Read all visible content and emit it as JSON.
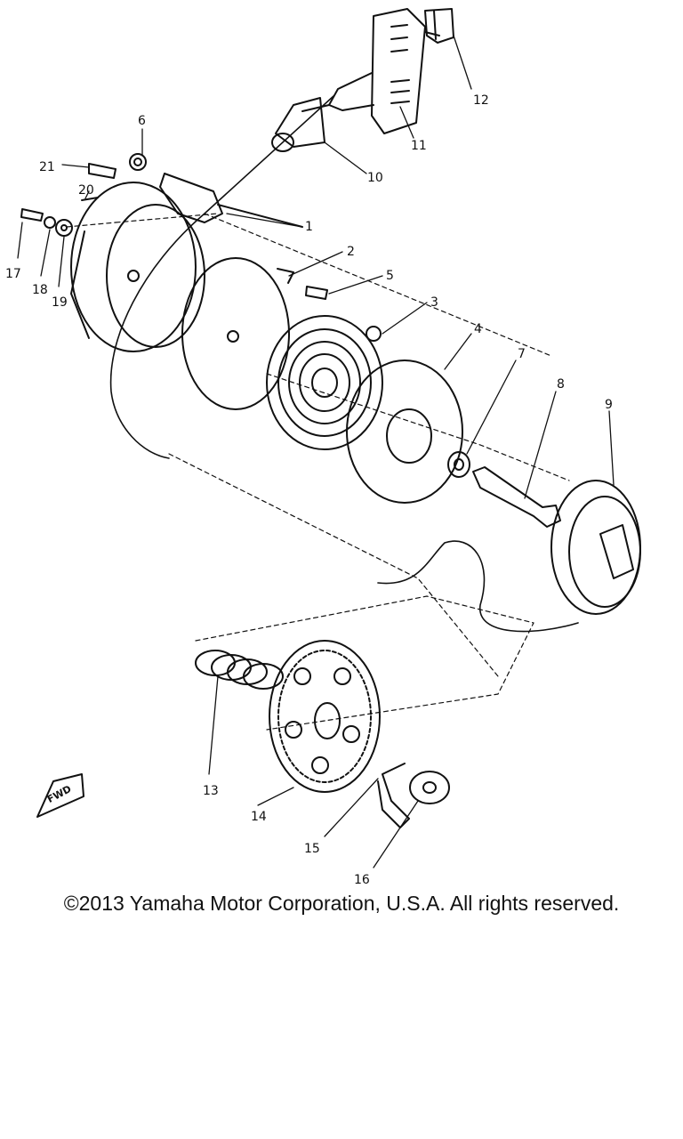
{
  "diagram": {
    "fwd_badge": "FWD",
    "part_labels": {
      "p1": "1",
      "p2": "2",
      "p3": "3",
      "p4": "4",
      "p5": "5",
      "p6": "6",
      "p7": "7",
      "p8": "8",
      "p9": "9",
      "p10": "10",
      "p11": "11",
      "p12": "12",
      "p13": "13",
      "p14": "14",
      "p15": "15",
      "p16": "16",
      "p17": "17",
      "p18": "18",
      "p19": "19",
      "p20": "20",
      "p21": "21"
    }
  },
  "copyright": "©2013 Yamaha Motor Corporation, U.S.A. All rights reserved."
}
